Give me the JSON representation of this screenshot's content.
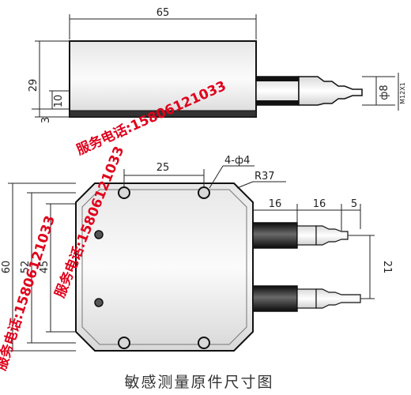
{
  "title": "敏感测量原件尺寸图",
  "watermark": "服务电话:15806121033",
  "dimensions": {
    "top_length": "65",
    "top_height": "29",
    "top_offset": "10",
    "top_base": "3",
    "thread": "M12X1",
    "port_diameter": "ф8",
    "hole_spacing": "25",
    "holes": "4-ф4",
    "radius": "R37",
    "seg1": "16",
    "seg2": "16",
    "seg3": "5",
    "port_spacing": "21",
    "overall_height": "60",
    "inner_height": "52",
    "hole_height": "45"
  },
  "colors": {
    "body_fill": "#f2f2f2",
    "body_edge": "#111111",
    "tube_dark": "#151515",
    "tube_mid": "#6a6a6a",
    "watermark": "#e0001b"
  }
}
